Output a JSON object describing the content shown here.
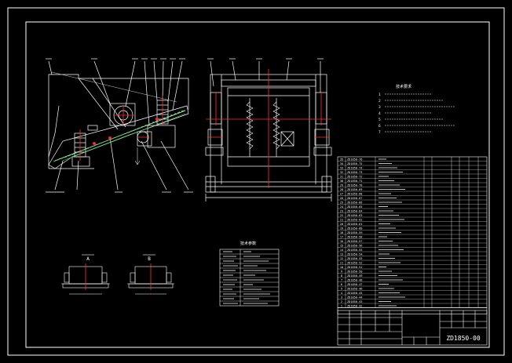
{
  "drawing": {
    "number": "ZD1850-00",
    "colors": {
      "background": "#000000",
      "frame": "#ffffff",
      "machine": "#ffffff",
      "axis": "#ff3030",
      "mesh": "#2fd64a",
      "dimension": "#ffffff"
    }
  },
  "views": {
    "view_a_label": "A",
    "view_b_label": "B"
  },
  "notes": {
    "title": "技术要求",
    "items": [
      "1",
      "2",
      "3",
      "4",
      "5",
      "6",
      "7"
    ]
  },
  "parts_list": {
    "rows": [
      {
        "no": "35",
        "code": "ZD1850-76"
      },
      {
        "no": "34",
        "code": "ZD1850-75"
      },
      {
        "no": "33",
        "code": "ZD1850-74"
      },
      {
        "no": "32",
        "code": "ZD1850-73"
      },
      {
        "no": "31",
        "code": "ZD1850-72"
      },
      {
        "no": "30",
        "code": "ZD1850-71"
      },
      {
        "no": "29",
        "code": "ZD1850-70"
      },
      {
        "no": "28",
        "code": "ZD1850-69"
      },
      {
        "no": "27",
        "code": "ZD1850-68"
      },
      {
        "no": "26",
        "code": "ZD1850-67"
      },
      {
        "no": "25",
        "code": "ZD1850-66"
      },
      {
        "no": "24",
        "code": "ZD1850-65"
      },
      {
        "no": "23",
        "code": "ZD1850-64"
      },
      {
        "no": "22",
        "code": "ZD1850-63"
      },
      {
        "no": "21",
        "code": "ZD1850-62"
      },
      {
        "no": "20",
        "code": "ZD1850-61"
      },
      {
        "no": "19",
        "code": "ZD1850-60"
      },
      {
        "no": "18",
        "code": "ZD1850-59"
      },
      {
        "no": "17",
        "code": "ZD1850-58"
      },
      {
        "no": "16",
        "code": "ZD1850-57"
      },
      {
        "no": "15",
        "code": "ZD1850-56"
      },
      {
        "no": "14",
        "code": "ZD1850-55"
      },
      {
        "no": "13",
        "code": "ZD1850-54"
      },
      {
        "no": "12",
        "code": "ZD1850-53"
      },
      {
        "no": "11",
        "code": "ZD1850-52"
      },
      {
        "no": "10",
        "code": "ZD1850-51"
      },
      {
        "no": "9",
        "code": "ZD1850-50"
      },
      {
        "no": "8",
        "code": "ZD1850-49"
      },
      {
        "no": "7",
        "code": "ZD1850-48"
      },
      {
        "no": "6",
        "code": "ZD1850-47"
      },
      {
        "no": "5",
        "code": "ZD1850-46"
      },
      {
        "no": "4",
        "code": "ZD1850-45"
      },
      {
        "no": "3",
        "code": "ZD1850-44"
      },
      {
        "no": "2",
        "code": "ZD1850-43"
      },
      {
        "no": "1",
        "code": "ZD1850-42"
      }
    ]
  },
  "specs": {
    "title": "技术参数"
  }
}
